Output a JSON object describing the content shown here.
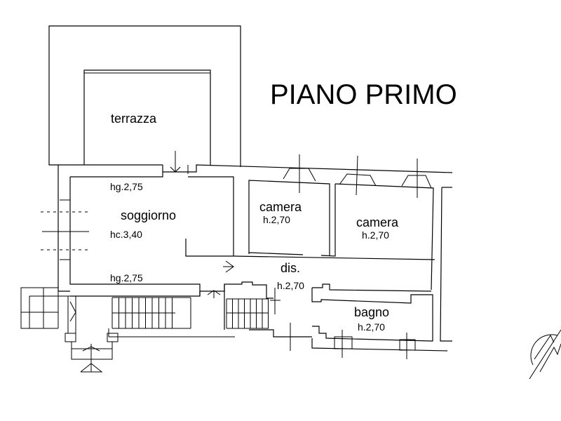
{
  "title": "PIANO PRIMO",
  "rooms": {
    "terrazza": {
      "name": "terrazza"
    },
    "soggiorno": {
      "name": "soggiorno",
      "hg_top": "hg.2,75",
      "hc": "hc.3,40",
      "hg_bottom": "hg.2,75"
    },
    "camera1": {
      "name": "camera",
      "h": "h.2,70"
    },
    "camera2": {
      "name": "camera",
      "h": "h.2,70"
    },
    "dis": {
      "name": "dis.",
      "h": "h.2,70"
    },
    "bagno": {
      "name": "bagno",
      "h": "h.2,70"
    }
  },
  "colors": {
    "line": "#000000",
    "background": "#ffffff"
  },
  "icons": {
    "north": "north-arrow-icon"
  }
}
